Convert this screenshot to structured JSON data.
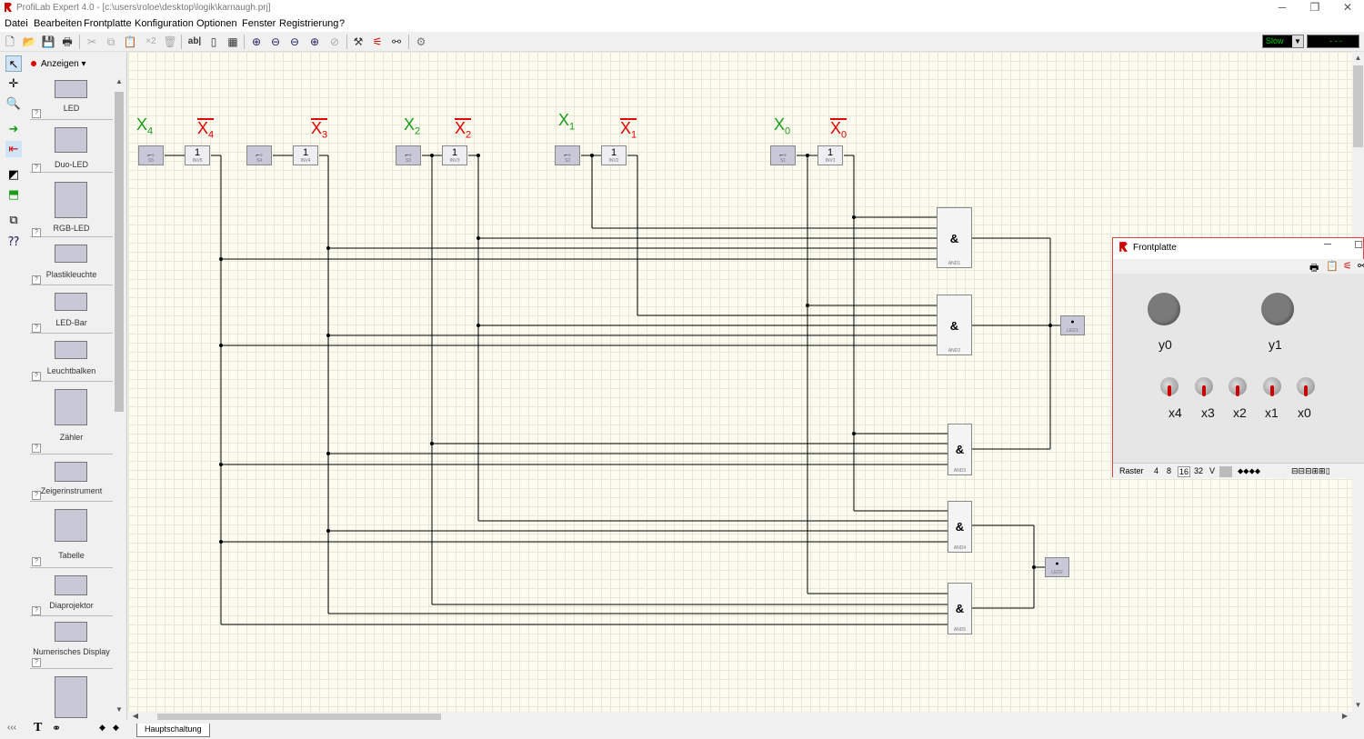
{
  "window": {
    "title": "ProfiLab Expert 4.0 - [c:\\users\\roloe\\desktop\\logik\\karnaugh.prj]",
    "min": "─",
    "max": "❐",
    "close": "✕"
  },
  "menu": [
    "Datei",
    "Bearbeiten",
    "Frontplatte",
    "Konfiguration",
    "Optionen",
    "Fenster",
    "Registrierung",
    "?"
  ],
  "toolbar": {
    "copy_count": "×2",
    "text_tool": "ab|",
    "speed": "Slow",
    "speed_display": "- - -"
  },
  "palette": {
    "category": "Anzeigen",
    "items": [
      {
        "label": "LED"
      },
      {
        "label": "Duo-LED"
      },
      {
        "label": "RGB-LED"
      },
      {
        "label": "Plastikleuchte"
      },
      {
        "label": "LED-Bar"
      },
      {
        "label": "Leuchtbalken"
      },
      {
        "label": "Zähler"
      },
      {
        "label": "Zeigerinstrument"
      },
      {
        "label": "Tabelle"
      },
      {
        "label": "Diaprojektor"
      },
      {
        "label": "Numerisches Display"
      },
      {
        "label": ""
      }
    ],
    "help": "?"
  },
  "schematic": {
    "labels": [
      {
        "base": "X",
        "sub": "4",
        "negated": false
      },
      {
        "base": "X",
        "sub": "4",
        "negated": true
      },
      {
        "base": "X",
        "sub": "3",
        "negated": true
      },
      {
        "base": "X",
        "sub": "2",
        "negated": false
      },
      {
        "base": "X",
        "sub": "2",
        "negated": true
      },
      {
        "base": "X",
        "sub": "1",
        "negated": false
      },
      {
        "base": "X",
        "sub": "1",
        "negated": true
      },
      {
        "base": "X",
        "sub": "0",
        "negated": false
      },
      {
        "base": "X",
        "sub": "0",
        "negated": true
      }
    ],
    "switches": [
      "S5",
      "S4",
      "S3",
      "S2",
      "S1"
    ],
    "inverters": [
      {
        "symbol": "1",
        "name": "INV5"
      },
      {
        "symbol": "1",
        "name": "INV4"
      },
      {
        "symbol": "1",
        "name": "INV3"
      },
      {
        "symbol": "1",
        "name": "INV2"
      },
      {
        "symbol": "1",
        "name": "INV1"
      }
    ],
    "gates": [
      {
        "symbol": "&",
        "name": "AND1"
      },
      {
        "symbol": "&",
        "name": "AND2"
      },
      {
        "symbol": "&",
        "name": "AND3"
      },
      {
        "symbol": "&",
        "name": "AND4"
      },
      {
        "symbol": "&",
        "name": "AND5"
      }
    ],
    "leds": [
      {
        "name": "LED1"
      },
      {
        "name": "LED2"
      }
    ]
  },
  "tabs": [
    "Hauptschaltung"
  ],
  "front_panel": {
    "title": "Frontplatte",
    "leds": [
      {
        "label": "y0"
      },
      {
        "label": "y1"
      }
    ],
    "switches": [
      {
        "label": "x4"
      },
      {
        "label": "x3"
      },
      {
        "label": "x2"
      },
      {
        "label": "x1"
      },
      {
        "label": "x0"
      }
    ],
    "status": {
      "raster": "Raster",
      "r4": "4",
      "r8": "8",
      "r16": "16",
      "r32": "32",
      "v": "V"
    }
  },
  "colors": {
    "green_label": "#1a9b1a",
    "red_label": "#e00000",
    "canvas_bg": "#fbfbef"
  }
}
